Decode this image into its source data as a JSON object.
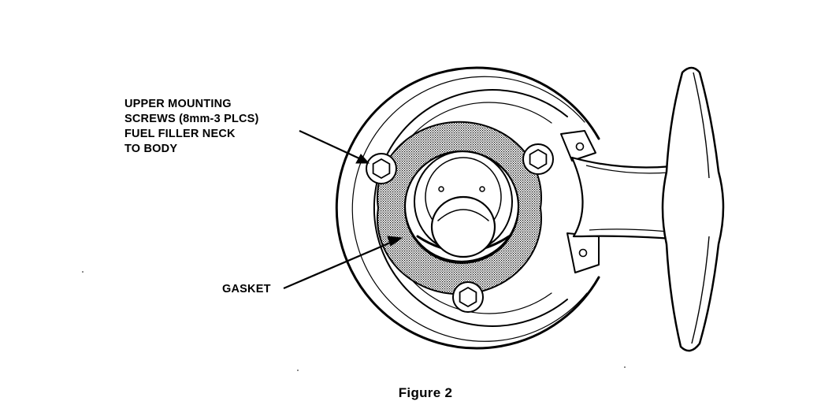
{
  "labels": {
    "upper_screws": [
      "UPPER MOUNTING",
      "SCREWS (8mm-3 PLCS)",
      "FUEL FILLER NECK",
      "TO BODY"
    ],
    "gasket": "GASKET"
  },
  "caption": "Figure 2",
  "colors": {
    "ink": "#000000",
    "paper": "#ffffff",
    "gasket_fill": "#9a9a9a"
  }
}
